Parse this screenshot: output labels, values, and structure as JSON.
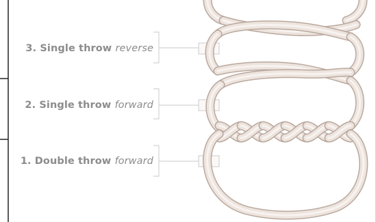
{
  "labels": [
    {
      "step": "3. Single throw",
      "mode": "reverse"
    },
    {
      "step": "2. Single throw",
      "mode": "forward"
    },
    {
      "step": "1. Double throw",
      "mode": "forward"
    }
  ],
  "colors": {
    "rope_outline": "#b9a89e",
    "rope_fill": "#ede4de",
    "rope_highlight": "#f8f3f0",
    "label_text": "#8c8c8c",
    "bracket_line": "#d4d4d4",
    "frame_line": "#222222",
    "background": "#ffffff"
  }
}
